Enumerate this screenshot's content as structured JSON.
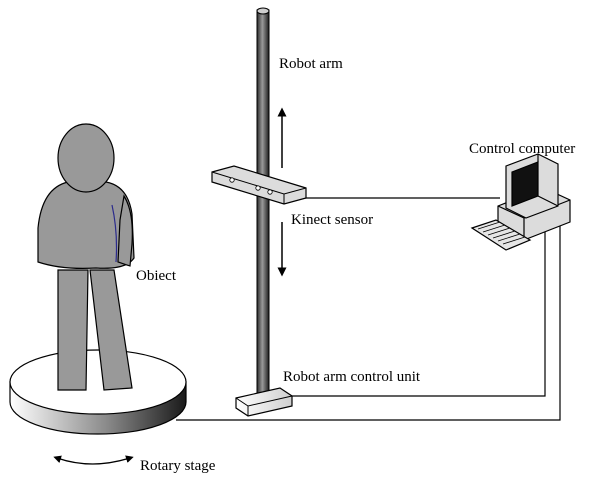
{
  "labels": {
    "robot_arm": "Robot arm",
    "kinect_sensor": "Kinect sensor",
    "control_computer": "Control computer",
    "object": "Obiect",
    "robot_arm_control_unit": "Robot arm control unit",
    "rotary_stage": "Rotary stage"
  },
  "colors": {
    "figure_fill": "#999999",
    "outline": "#000000",
    "accent_outline": "#2b2b8c"
  }
}
